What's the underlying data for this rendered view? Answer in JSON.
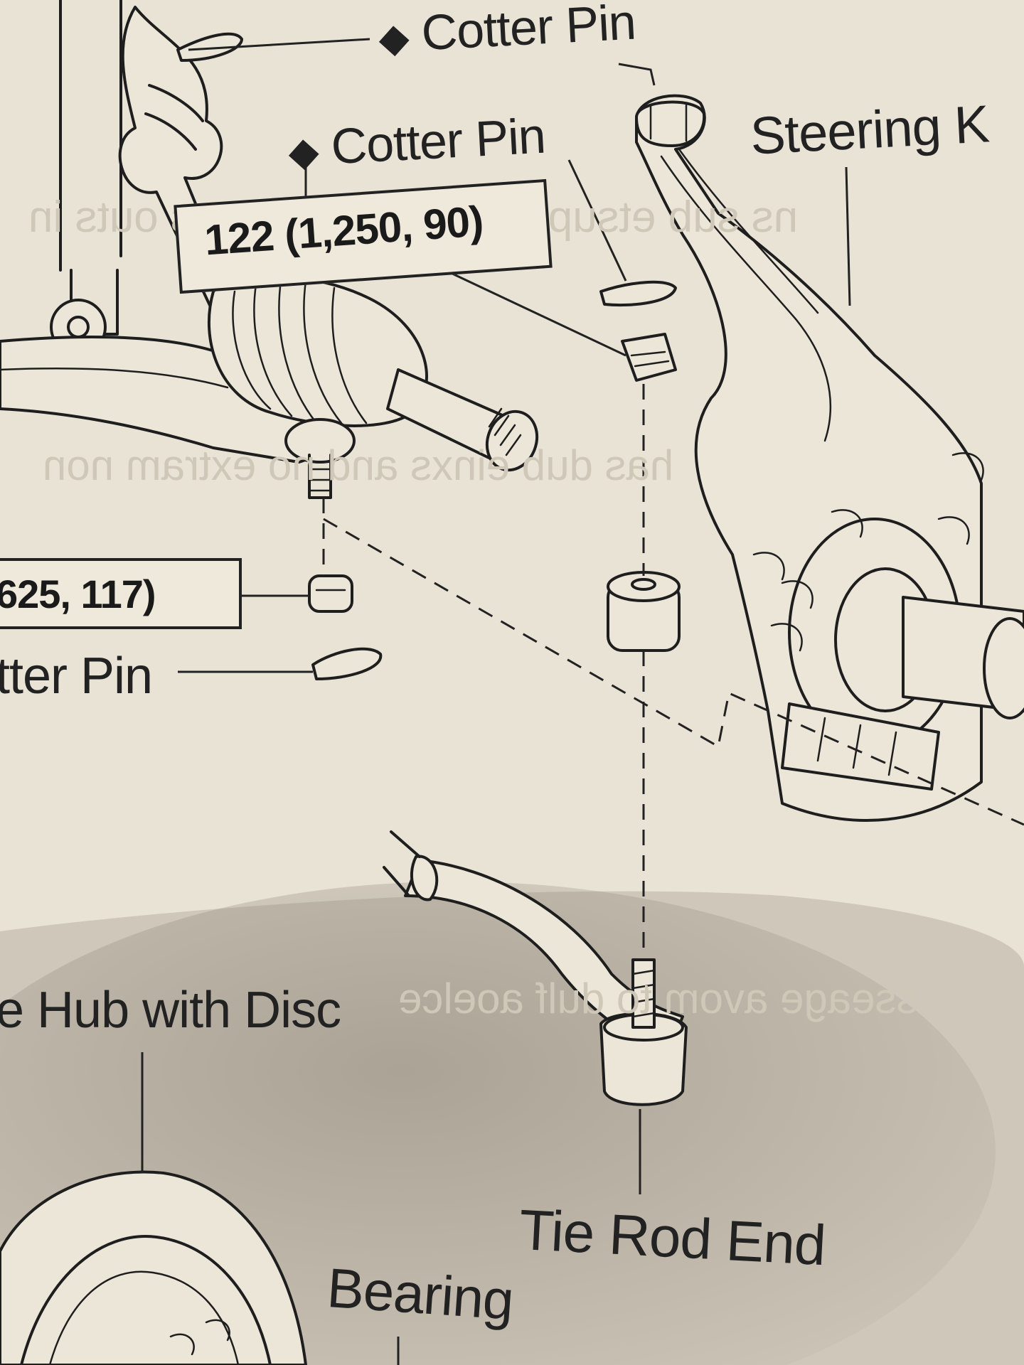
{
  "labels": {
    "cotter_pin_top": "Cotter Pin",
    "cotter_pin_mid": "Cotter Pin",
    "steering_knuckle": "Steering K",
    "cotter_pin_left": "tter Pin",
    "hub_with_disc": "e Hub with Disc",
    "tie_rod_end": "Tie Rod End",
    "bearing": "Bearing"
  },
  "torque": {
    "upper": "122 (1,250, 90)",
    "lower": "625, 117)"
  },
  "marks": {
    "diamond": "◆"
  },
  "colors": {
    "paper": "#e9e3d6",
    "ink": "#1e1e1e",
    "shadow": "#9c9485"
  }
}
